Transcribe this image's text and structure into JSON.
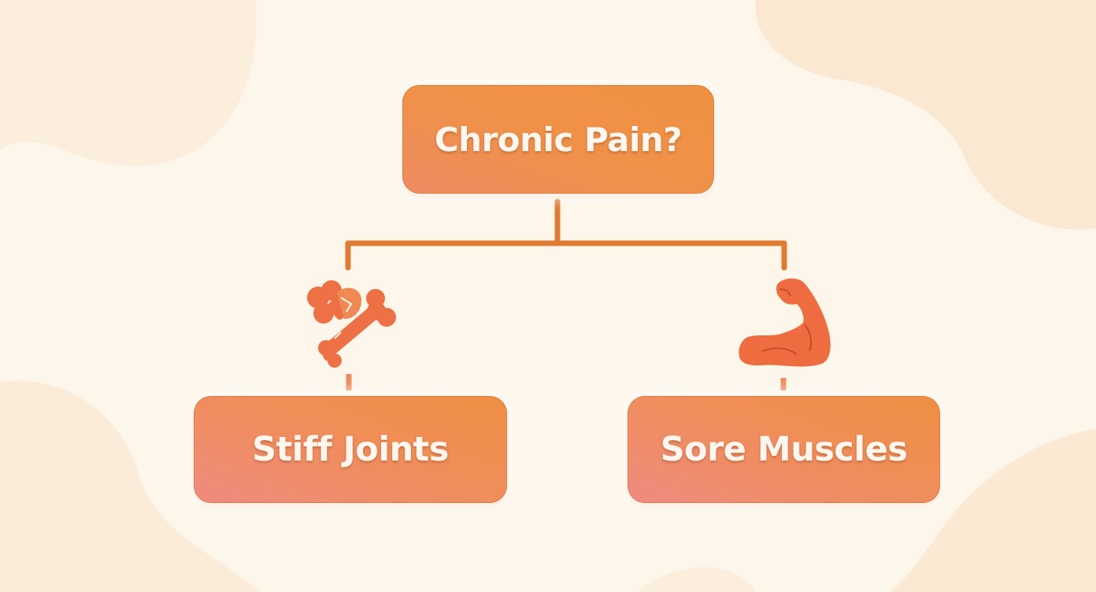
{
  "diagram": {
    "root": {
      "label": "Chronic Pain?"
    },
    "children": [
      {
        "label": "Stiff Joints",
        "icon": "bone-icon"
      },
      {
        "label": "Sore Muscles",
        "icon": "flexed-arm-icon"
      }
    ]
  },
  "colors": {
    "background": "#fdf6ea",
    "node_fill": "#ef9140",
    "node_fill_light": "#ef8a80",
    "connector": "#e07b32",
    "icon": "#ee7045"
  }
}
